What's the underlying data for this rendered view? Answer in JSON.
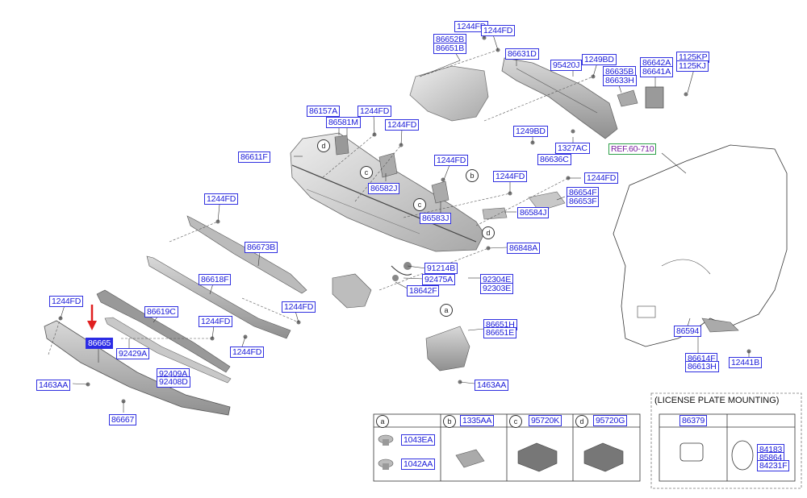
{
  "labels": {
    "l1244FD_top1": "1244FD",
    "l1244FD_top2": "1244FD",
    "l86652B": "86652B",
    "l86651B": "86651B",
    "l86631D": "86631D",
    "l95420J": "95420J",
    "l1249BD_top": "1249BD",
    "l86635B": "86635B",
    "l86633H": "86633H",
    "l86642A": "86642A",
    "l86641A": "86641A",
    "l1125KP": "1125KP",
    "l1125KJ": "1125KJ",
    "l1249BD_mid": "1249BD",
    "l1327AC": "1327AC",
    "l86636C": "86636C",
    "lREF": "REF.60-710",
    "l86157A": "86157A",
    "l86581M": "86581M",
    "l1244FD_a": "1244FD",
    "l1244FD_b": "1244FD",
    "l86611F": "86611F",
    "l1244FD_c": "1244FD",
    "l86582J": "86582J",
    "l86583J": "86583J",
    "l1244FD_d": "1244FD",
    "l1244FD_e": "1244FD",
    "l86654F": "86654F",
    "l86653F": "86653F",
    "l86584J": "86584J",
    "l86848A": "86848A",
    "l1244FD_f": "1244FD",
    "l86673B": "86673B",
    "l86618F": "86618F",
    "l91214B": "91214B",
    "l92475A": "92475A",
    "l18642F": "18642F",
    "l92304E": "92304E",
    "l92303E": "92303E",
    "l1244FD_g": "1244FD",
    "l1244FD_h": "1244FD",
    "l86619C": "86619C",
    "l1244FD_i": "1244FD",
    "l1244FD_j": "1244FD",
    "l86665": "86665",
    "l92429A": "92429A",
    "l92409A": "92409A",
    "l92408D": "92408D",
    "l1463AA_l": "1463AA",
    "l86667": "86667",
    "l86651H": "86651H",
    "l86651E": "86651E",
    "l1463AA_r": "1463AA",
    "l86594": "86594",
    "l86614F": "86614F",
    "l86613H": "86613H",
    "l12441B": "12441B",
    "l1043EA": "1043EA",
    "l1042AA": "1042AA",
    "l1335AA": "1335AA",
    "l95720K": "95720K",
    "l95720G": "95720G",
    "l86379": "86379",
    "l84183": "84183",
    "l85864": "85864",
    "l84231F": "84231F"
  },
  "circles": {
    "a": "a",
    "b": "b",
    "c": "c",
    "d": "d"
  },
  "license_caption": "(LICENSE PLATE MOUNTING)",
  "colors": {
    "label_text": "#1a1ad8",
    "label_border": "#2f2fe0",
    "highlight_fill": "#2a2ae6",
    "arrow": "#e02020",
    "ref_border": "#2fa04a",
    "ref_text": "#7a1fa0"
  }
}
